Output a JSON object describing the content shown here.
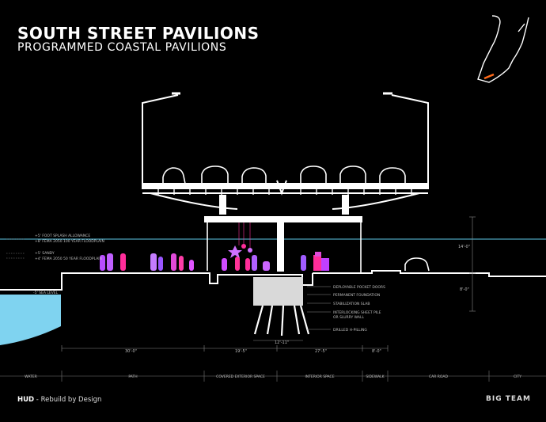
{
  "title": "SOUTH STREET PAVILIONS",
  "subtitle": "PROGRAMMED COASTAL PAVILIONS",
  "footer": {
    "brand": "HUD",
    "separator": " - ",
    "tagline": "Rebuild by Design",
    "team": "BIG TEAM"
  },
  "levels": {
    "splash": "+5' FOOT SPLASH ALLOWANCE",
    "fema2050": "+8' FEMA 2050 100 YEAR FLOODPLAIN",
    "sandy": "+5' SANDY",
    "fema50": "+4' FEMA 2050 50 YEAR FLOODPLAIN",
    "sea": "-5' SEA LEVEL"
  },
  "annotations": [
    "DEPLOYABLE POCKET DOORS",
    "PERMANENT FOUNDATION",
    "STABILIZATION SLAB",
    "INTERLOCKING SHEET PILE",
    "OR SLURRY WALL",
    "DRILLED H-PILLING"
  ],
  "heights": {
    "upper": "14'-0\"",
    "lower": "8'-0\""
  },
  "dimensions": [
    "30'-0\"",
    "19'-5\"",
    "12'-11\"",
    "27'-5\"",
    "8'-0\""
  ],
  "zones": [
    "WATER",
    "PATH",
    "COVERED EXTERIOR SPACE",
    "INTERIOR SPACE",
    "SIDEWALK",
    "CAR ROAD",
    "CITY"
  ],
  "colors": {
    "water": "#7fd3f0",
    "flood_line": "#5ec8e6",
    "accent": "#ff6a1a"
  }
}
